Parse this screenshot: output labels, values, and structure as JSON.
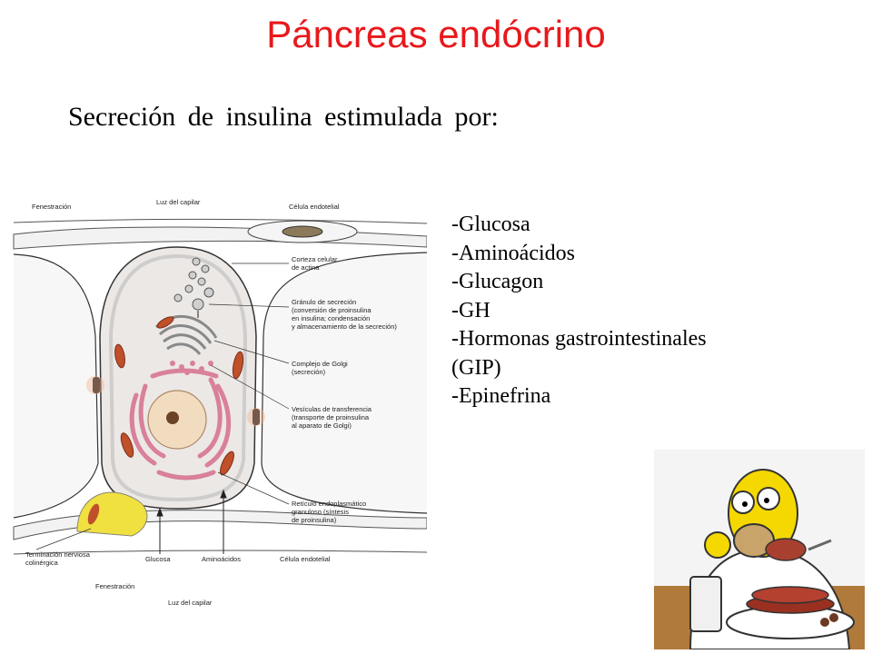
{
  "title": "Páncreas endócrino",
  "subtitle": "Secreción de insulina estimulada por:",
  "stimuli": [
    "-Glucosa",
    "-Aminoácidos",
    "-Glucagon",
    "-GH",
    "-Hormonas gastrointestinales",
    "(GIP)",
    "-Epinefrina"
  ],
  "diagram": {
    "labels": {
      "fenestracion_top": "Fenestración",
      "luz_capilar_top": "Luz del capilar",
      "celula_endotelial_top": "Célula endotelial",
      "corteza_1": "Corteza celular",
      "corteza_2": "de actina",
      "granulo_1": "Gránulo de secreción",
      "granulo_2": "(conversión de proinsulina",
      "granulo_3": "en insulina; condensación",
      "granulo_4": "y almacenamiento de la secreción)",
      "golgi_1": "Complejo de Golgi",
      "golgi_2": "(secreción)",
      "vesiculas_1": "Vesículas de transferencia",
      "vesiculas_2": "(transporte de proinsulina",
      "vesiculas_3": "al aparato de Golgi)",
      "reticulo_1": "Retículo endoplasmático",
      "reticulo_2": "granuloso (síntesis",
      "reticulo_3": "de proinsulina)",
      "terminacion_1": "Terminación nerviosa",
      "terminacion_2": "colinérgica",
      "glucosa": "Glucosa",
      "aminoacidos": "Aminoácidos",
      "celula_endotelial_bottom": "Célula endotelial",
      "fenestracion_bottom": "Fenestración",
      "luz_capilar_bottom": "Luz del capilar"
    }
  },
  "colors": {
    "title": "#e8181c",
    "er_pink": "#d9809a",
    "mitochondria": "#c0502a",
    "nucleus": "#f2dcc0",
    "nerve_terminal": "#f0e040"
  }
}
